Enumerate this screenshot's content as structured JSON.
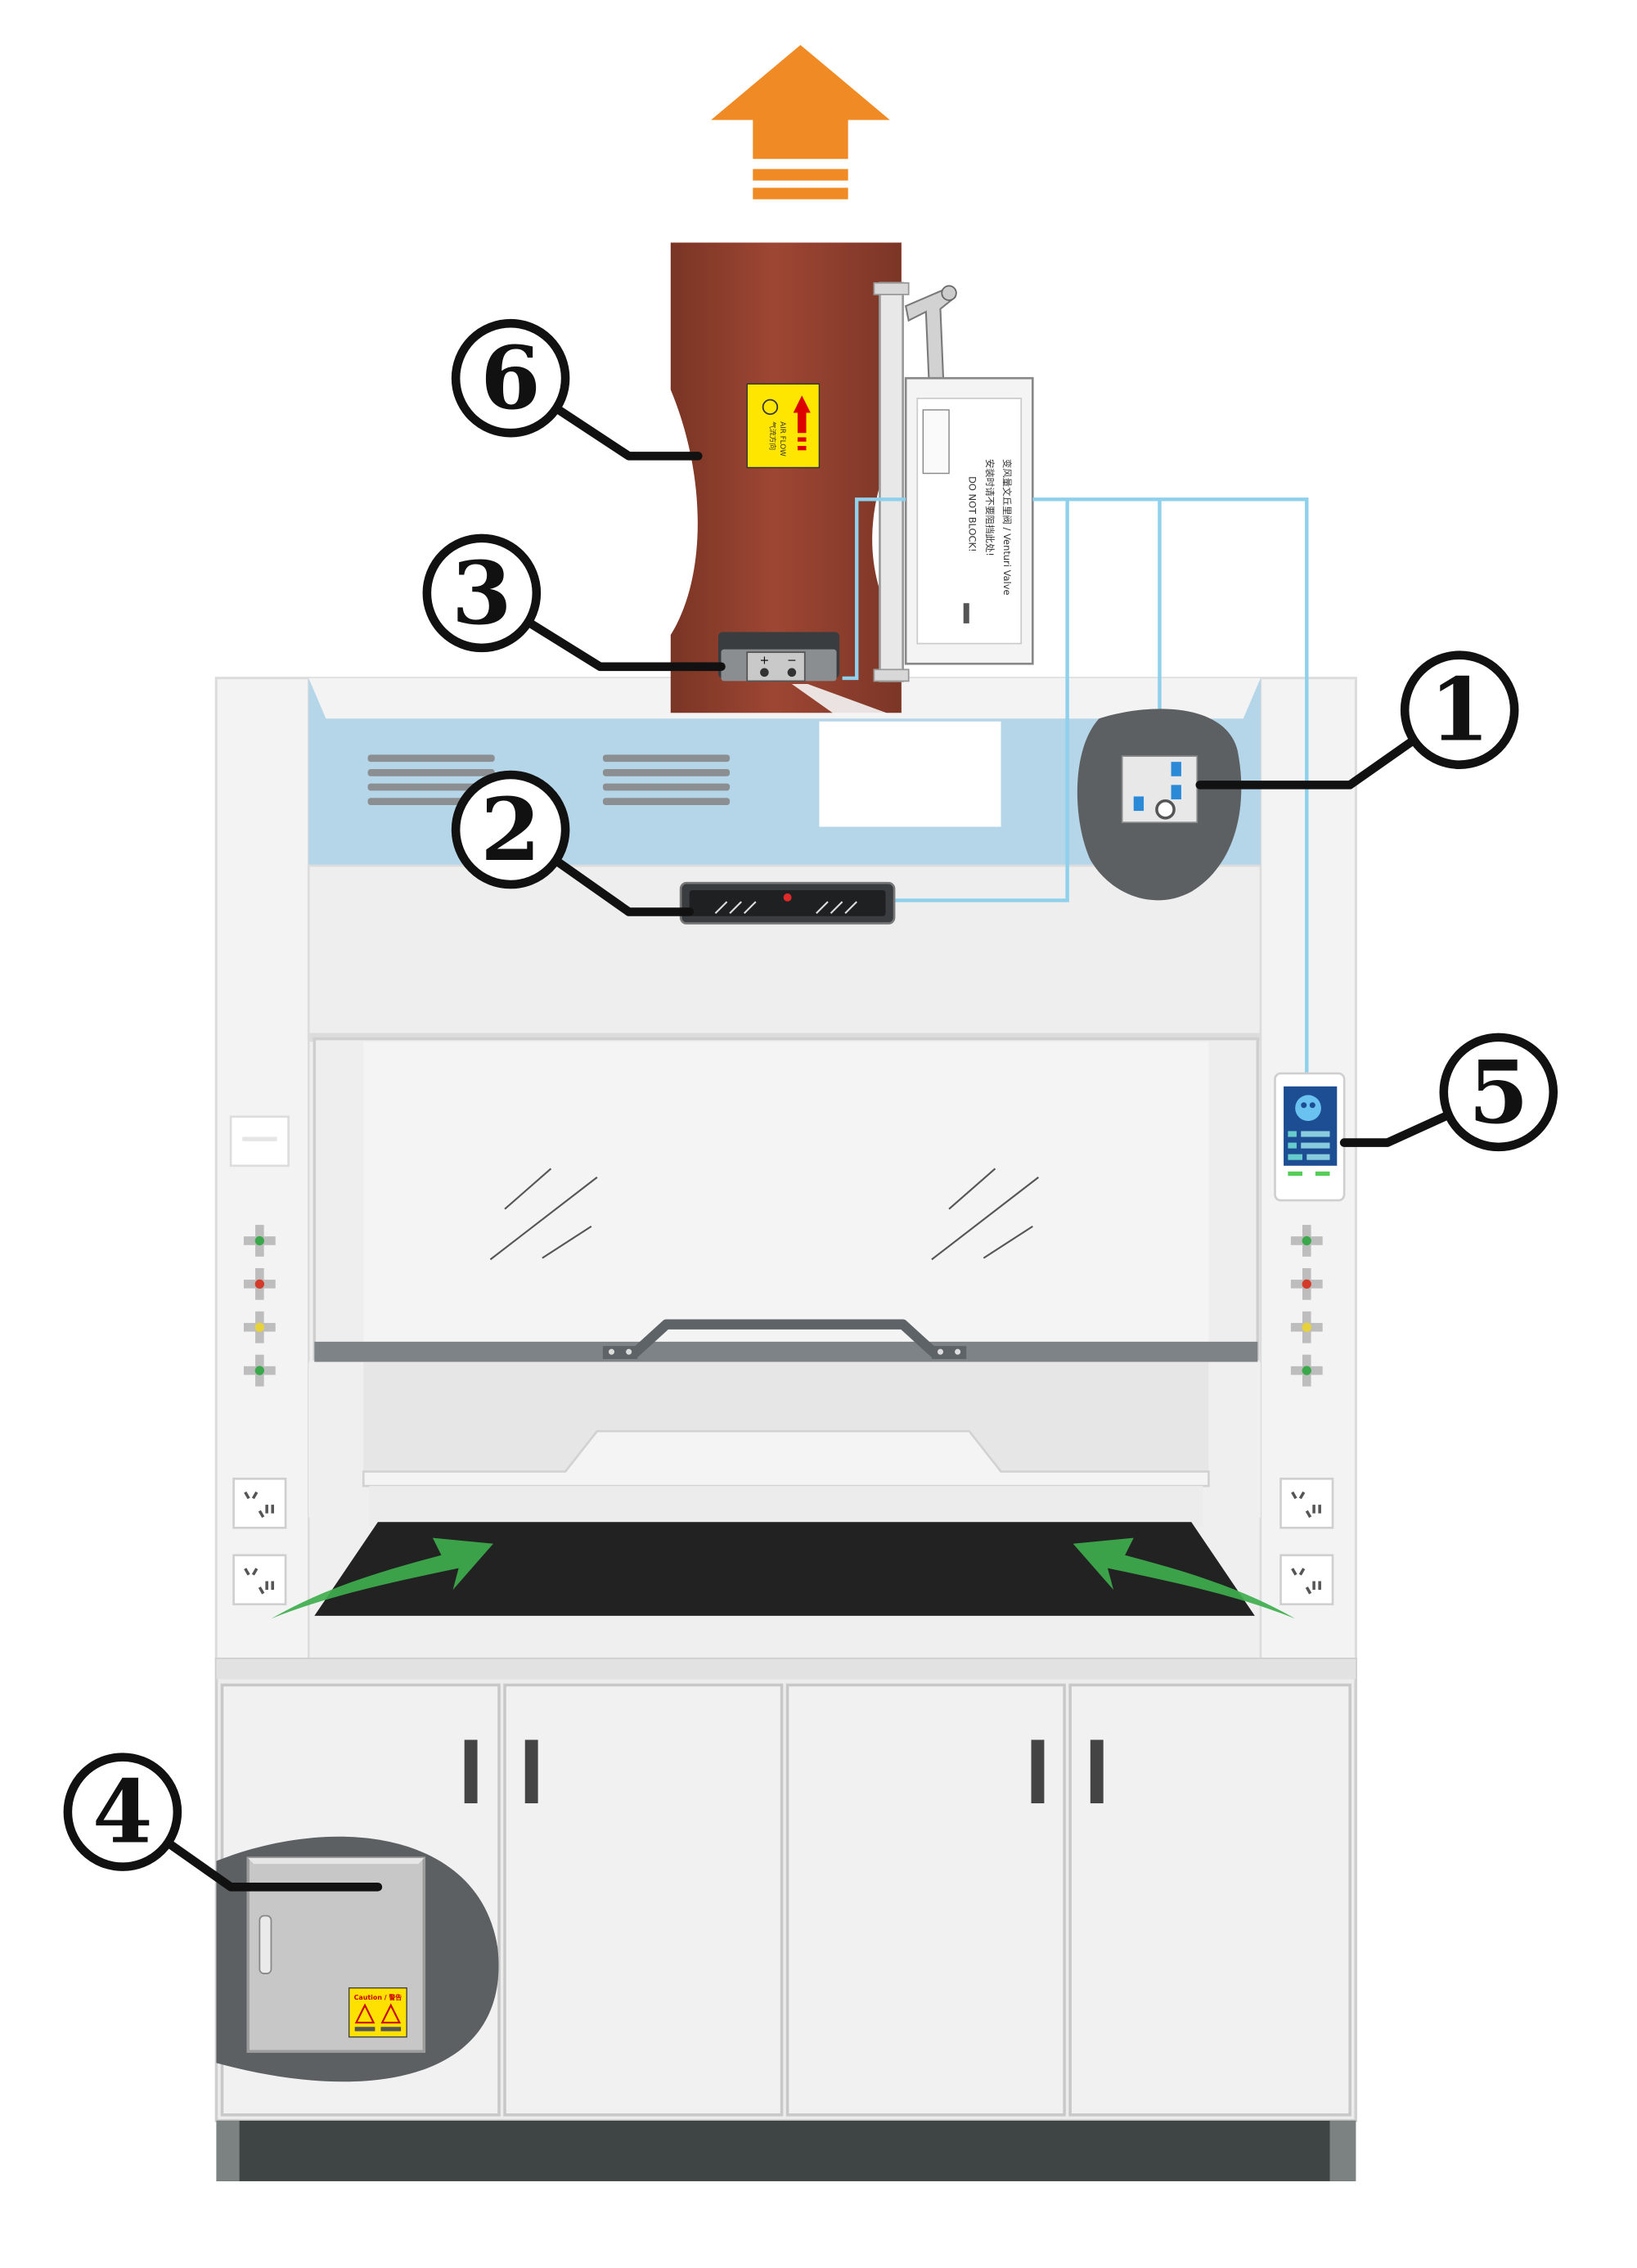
{
  "colors": {
    "exhaust_arrow": "#f08a24",
    "duct": "#9a4432",
    "control_wire": "#8fd0ec",
    "airflow_arrow": "#3fae4e",
    "hood_body": "#eeeeee",
    "panel_blue": "#b3d4e6",
    "highlight_gray": "#5c6062",
    "work_surface": "#222222",
    "plinth": "#3f4444"
  },
  "callouts": [
    {
      "id": "1",
      "symbol": "①"
    },
    {
      "id": "2",
      "symbol": "②"
    },
    {
      "id": "3",
      "symbol": "③"
    },
    {
      "id": "4",
      "symbol": "④"
    },
    {
      "id": "5",
      "symbol": "⑤"
    },
    {
      "id": "6",
      "symbol": "⑥"
    }
  ],
  "duct_label": {
    "line1": "AIR FLOW",
    "line2": "气流方向"
  },
  "venturi_valve": {
    "line1": "变风量文丘里阀 / Venturi Valve",
    "line2": "安装时请不要阻挡此处!",
    "line3": "DO NOT BLOCK!"
  },
  "pressure_sensor": {
    "plus": "+",
    "minus": "−"
  },
  "electrical_box": {
    "caution": "Caution / 警告"
  }
}
